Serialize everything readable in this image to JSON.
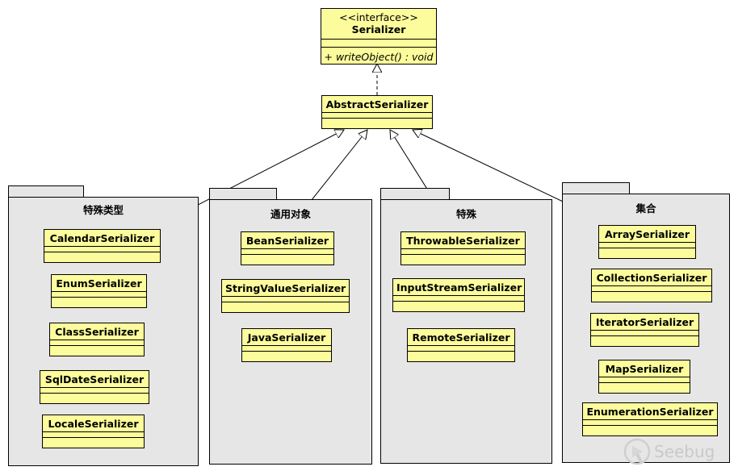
{
  "interface": {
    "stereotype": "<<interface>>",
    "name": "Serializer",
    "operation": "+ writeObject() : void"
  },
  "abstract_class": {
    "name": "AbstractSerializer"
  },
  "packages": [
    {
      "title": "特殊类型",
      "classes": [
        "CalendarSerializer",
        "EnumSerializer",
        "ClassSerializer",
        "SqlDateSerializer",
        "LocaleSerializer"
      ]
    },
    {
      "title": "通用对象",
      "classes": [
        "BeanSerializer",
        "StringValueSerializer",
        "JavaSerializer"
      ]
    },
    {
      "title": "特殊",
      "classes": [
        "ThrowableSerializer",
        "InputStreamSerializer",
        "RemoteSerializer"
      ]
    },
    {
      "title": "集合",
      "classes": [
        "ArraySerializer",
        "CollectionSerializer",
        "IteratorSerializer",
        "MapSerializer",
        "EnumerationSerializer"
      ]
    }
  ],
  "watermark": {
    "icon": "seebug-logo-icon",
    "text": "Seebug"
  }
}
